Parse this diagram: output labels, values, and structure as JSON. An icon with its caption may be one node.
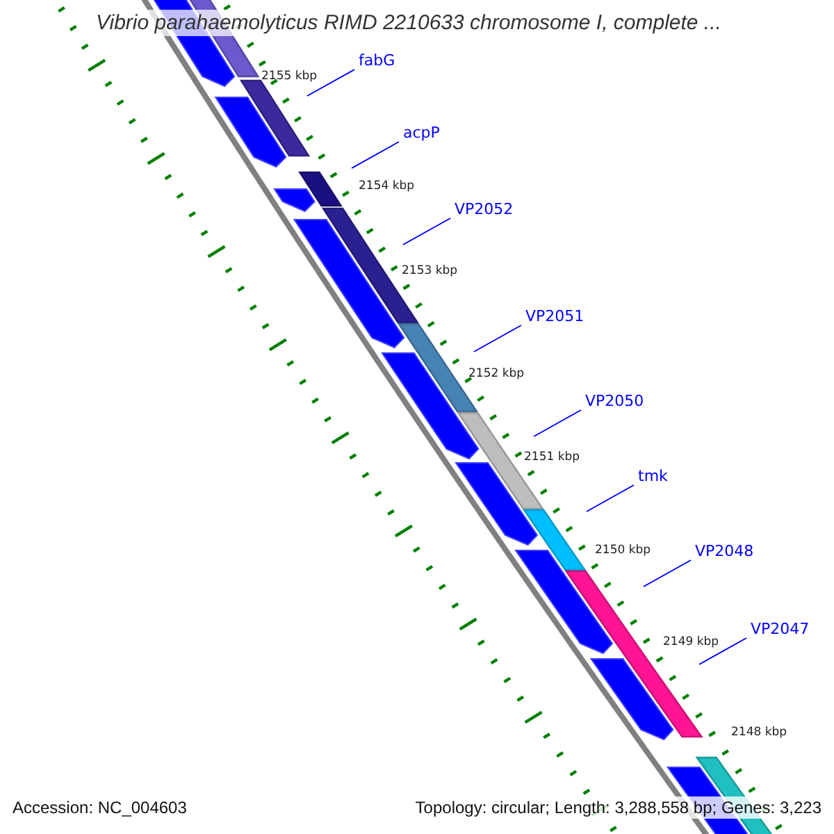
{
  "diagram": {
    "title": "Vibrio parahaemolyticus RIMD 2210633 chromosome I, complete ...",
    "nodes": [
      {
        "text": [
          "fabG"
        ]
      },
      {
        "text": [
          "acpP"
        ]
      },
      {
        "text": [
          "VP2052"
        ]
      },
      {
        "text": [
          "VP2051"
        ]
      },
      {
        "text": [
          "VP2050"
        ]
      },
      {
        "text": [
          "tmk"
        ]
      },
      {
        "text": [
          "VP2048"
        ]
      },
      {
        "text": [
          "VP2047"
        ]
      }
    ],
    "edges": [
      {
        "from": 0,
        "to": null,
        "arrow": "none"
      },
      {
        "from": 1,
        "to": null,
        "arrow": "none"
      },
      {
        "from": 2,
        "to": null,
        "arrow": "none"
      },
      {
        "from": 3,
        "to": null,
        "arrow": "none"
      },
      {
        "from": 4,
        "to": null,
        "arrow": "none"
      },
      {
        "from": 5,
        "to": null,
        "arrow": "none"
      },
      {
        "from": 6,
        "to": null,
        "arrow": "none"
      },
      {
        "from": 7,
        "to": null,
        "arrow": "none"
      }
    ],
    "labels": [
      "2155 kbp",
      "2154 kbp",
      "2153 kbp",
      "2152 kbp",
      "2151 kbp",
      "2150 kbp",
      "2149 kbp",
      "2148 kbp",
      "Accession: NC_004603",
      "Topology: circular; Length: 3,288,558 bp; Genes: 3,223"
    ]
  }
}
